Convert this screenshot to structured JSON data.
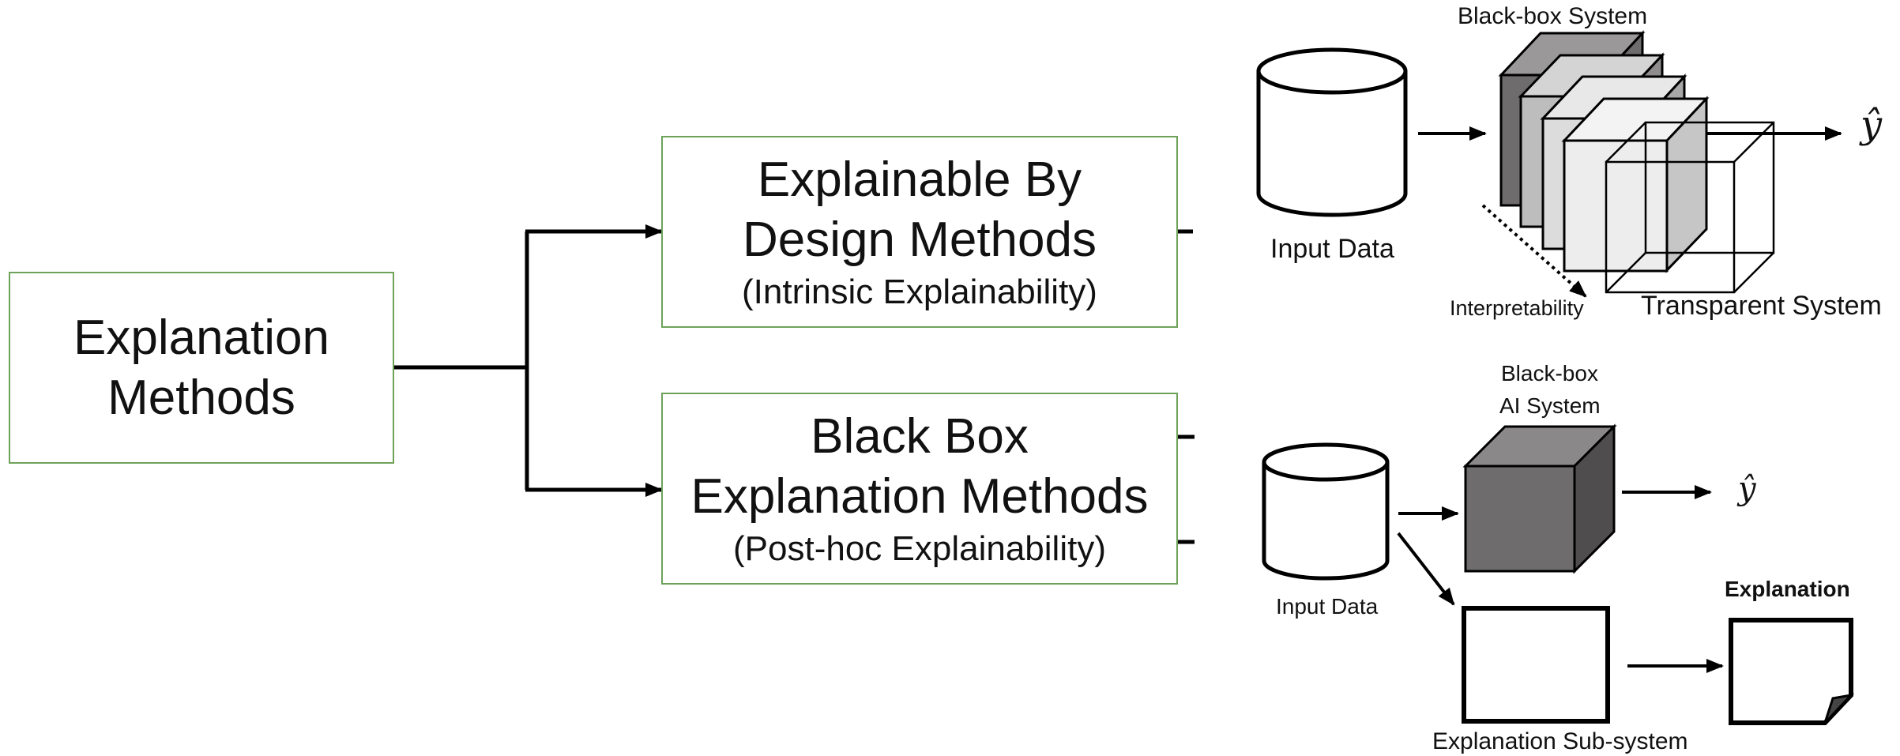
{
  "root": {
    "line1": "Explanation",
    "line2": "Methods"
  },
  "design": {
    "line1": "Explainable By",
    "line2": "Design Methods",
    "line3": "(Intrinsic Explainability)"
  },
  "blackbox": {
    "line1": "Black Box",
    "line2": "Explanation Methods",
    "line3": "(Post-hoc Explainability)"
  },
  "top_panel": {
    "system_title": "Black-box System",
    "input_label": "Input Data",
    "interpretability_label": "Interpretability",
    "transparent_label": "Transparent System",
    "output_symbol": "ŷ"
  },
  "bottom_panel": {
    "system_title_line1": "Black-box",
    "system_title_line2": "AI System",
    "input_label": "Input Data",
    "explanation_label": "Explanation",
    "subsystem_label": "Explanation Sub-system",
    "output_symbol": "ŷ"
  },
  "colors": {
    "box_border": "#6ea25a",
    "cube_dark": "#6e6c6c",
    "cube_mid": "#9a9898",
    "cube_light": "#cfcfcf",
    "cube_pale": "#ededed"
  }
}
